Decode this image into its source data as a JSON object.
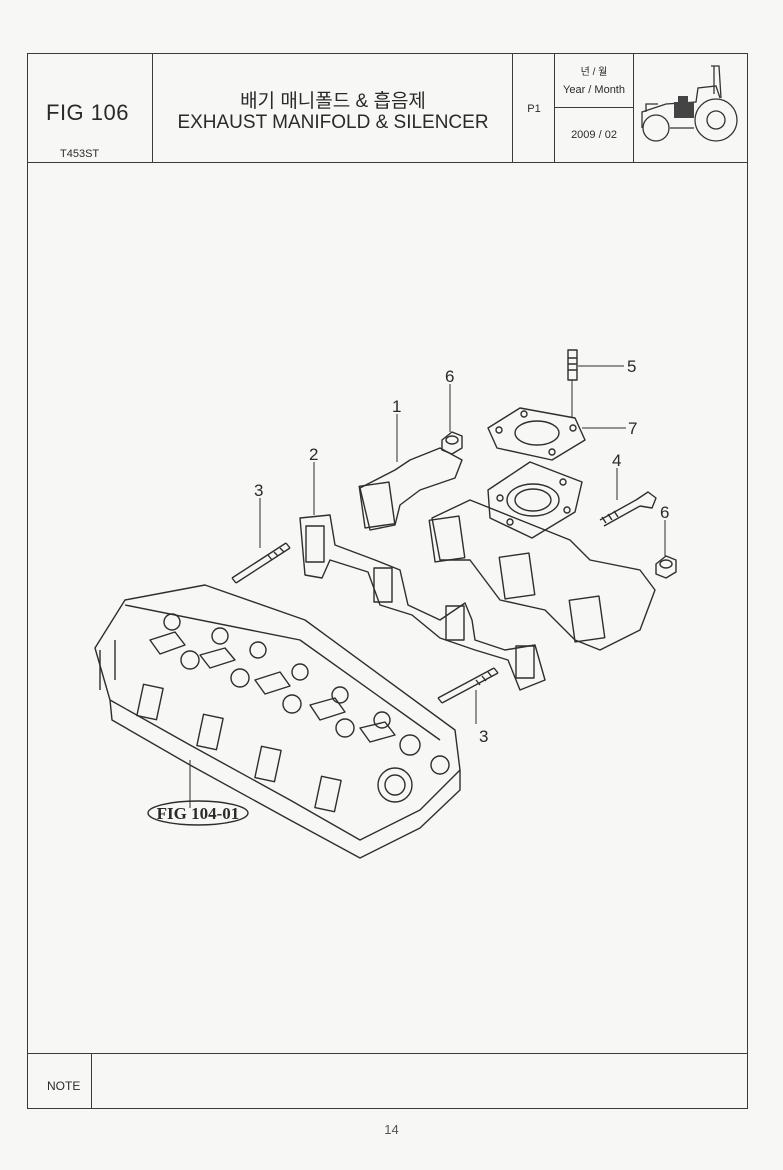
{
  "header": {
    "fig_number": "FIG 106",
    "model": "T453ST",
    "title_korean": "배기 매니폴드 & 흡음제",
    "title_english": "EXHAUST MANIFOLD & SILENCER",
    "page": "P1",
    "year_month_korean": "년 / 월",
    "year_month_english": "Year / Month",
    "date": "2009 / 02",
    "thumbnail_icon": "tractor-icon"
  },
  "diagram": {
    "callouts": [
      "1",
      "2",
      "3",
      "3",
      "4",
      "5",
      "6",
      "6",
      "7"
    ],
    "figure_reference": "FIG 104-01"
  },
  "footer": {
    "note_label": "NOTE",
    "note_text": "",
    "page_number": "14"
  }
}
